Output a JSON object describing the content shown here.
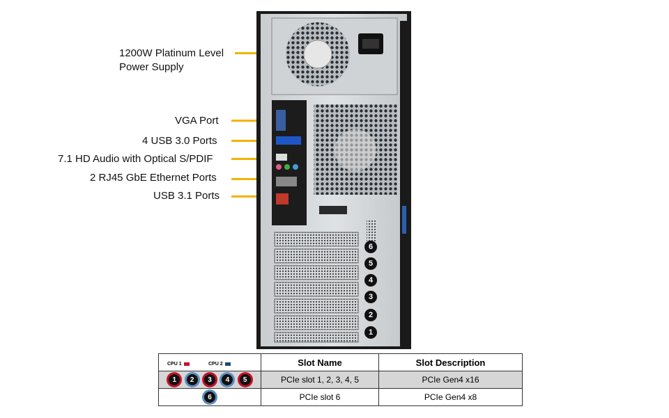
{
  "callouts": [
    {
      "lines": [
        "1200W Platinum Level",
        "Power Supply"
      ]
    },
    {
      "lines": [
        "VGA Port"
      ]
    },
    {
      "lines": [
        "4 USB 3.0 Ports"
      ]
    },
    {
      "lines": [
        "7.1 HD Audio with Optical S/PDIF"
      ]
    },
    {
      "lines": [
        "2 RJ45 GbE Ethernet Ports"
      ]
    },
    {
      "lines": [
        "USB 3.1 Ports"
      ]
    }
  ],
  "callout_color": "#f0b400",
  "slot_badges": [
    {
      "num": "6",
      "color": "blue"
    },
    {
      "num": "5",
      "color": "red"
    },
    {
      "num": "4",
      "color": "blue"
    },
    {
      "num": "3",
      "color": "red"
    },
    {
      "num": "2",
      "color": "blue"
    },
    {
      "num": "1",
      "color": "red"
    }
  ],
  "table": {
    "legend": {
      "cpu1": "CPU 1",
      "cpu2": "CPU 2",
      "cpu1_color": "#c8102e",
      "cpu2_color": "#1e4a7a"
    },
    "headers": {
      "slot_name": "Slot Name",
      "slot_description": "Slot Description"
    },
    "rows": [
      {
        "badges": [
          {
            "num": "1",
            "color": "red"
          },
          {
            "num": "2",
            "color": "blue"
          },
          {
            "num": "3",
            "color": "red"
          },
          {
            "num": "4",
            "color": "blue"
          },
          {
            "num": "5",
            "color": "red"
          }
        ],
        "slot_name": "PCIe slot 1, 2, 3, 4, 5",
        "slot_description": "PCIe Gen4  x16"
      },
      {
        "badges": [
          {
            "num": "6",
            "color": "blue"
          }
        ],
        "slot_name": "PCIe slot 6",
        "slot_description": "PCIe Gen4  x8"
      }
    ]
  }
}
